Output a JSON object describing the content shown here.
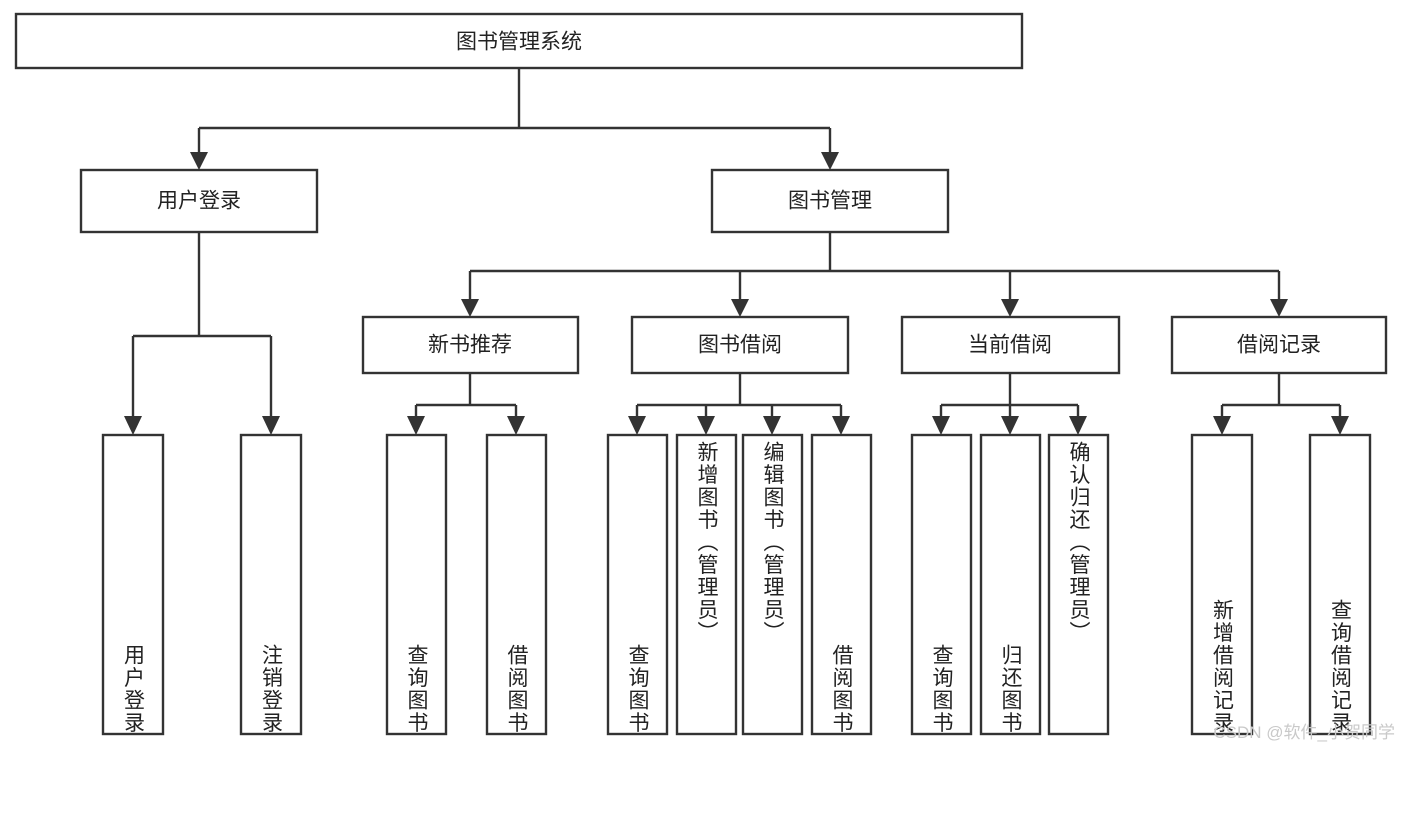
{
  "diagram": {
    "type": "tree",
    "title": "图书管理系统",
    "levels": {
      "root": {
        "label": "图书管理系统"
      },
      "level2": [
        {
          "id": "user-login",
          "label": "用户登录"
        },
        {
          "id": "book-management",
          "label": "图书管理"
        }
      ],
      "level3": [
        {
          "id": "new-book-recommend",
          "label": "新书推荐",
          "parent": "book-management"
        },
        {
          "id": "book-borrow",
          "label": "图书借阅",
          "parent": "book-management"
        },
        {
          "id": "current-borrow",
          "label": "当前借阅",
          "parent": "book-management"
        },
        {
          "id": "borrow-record",
          "label": "借阅记录",
          "parent": "book-management"
        }
      ],
      "leaves": [
        {
          "id": "leaf-user-login",
          "label": "用户登录",
          "parent": "user-login"
        },
        {
          "id": "leaf-logout-login",
          "label": "注销登录",
          "parent": "user-login"
        },
        {
          "id": "leaf-query-book-1",
          "label": "查询图书",
          "parent": "new-book-recommend"
        },
        {
          "id": "leaf-borrow-book-1",
          "label": "借阅图书",
          "parent": "new-book-recommend"
        },
        {
          "id": "leaf-query-book-2",
          "label": "查询图书",
          "parent": "book-borrow"
        },
        {
          "id": "leaf-add-book",
          "label": "新增图书（管理员）",
          "parent": "book-borrow"
        },
        {
          "id": "leaf-edit-book",
          "label": "编辑图书（管理员）",
          "parent": "book-borrow"
        },
        {
          "id": "leaf-borrow-book-2",
          "label": "借阅图书",
          "parent": "book-borrow"
        },
        {
          "id": "leaf-query-book-3",
          "label": "查询图书",
          "parent": "current-borrow"
        },
        {
          "id": "leaf-return-book",
          "label": "归还图书",
          "parent": "current-borrow"
        },
        {
          "id": "leaf-confirm-return",
          "label": "确认归还（管理员）",
          "parent": "current-borrow"
        },
        {
          "id": "leaf-add-record",
          "label": "新增借阅记录",
          "parent": "borrow-record"
        },
        {
          "id": "leaf-query-record",
          "label": "查询借阅记录",
          "parent": "borrow-record"
        }
      ]
    },
    "colors": {
      "box_stroke": "#333333",
      "box_fill": "#ffffff",
      "text": "#222222",
      "watermark": "#c9c9c9"
    }
  },
  "watermark": {
    "text": "CSDN @软件_小贺同学"
  }
}
